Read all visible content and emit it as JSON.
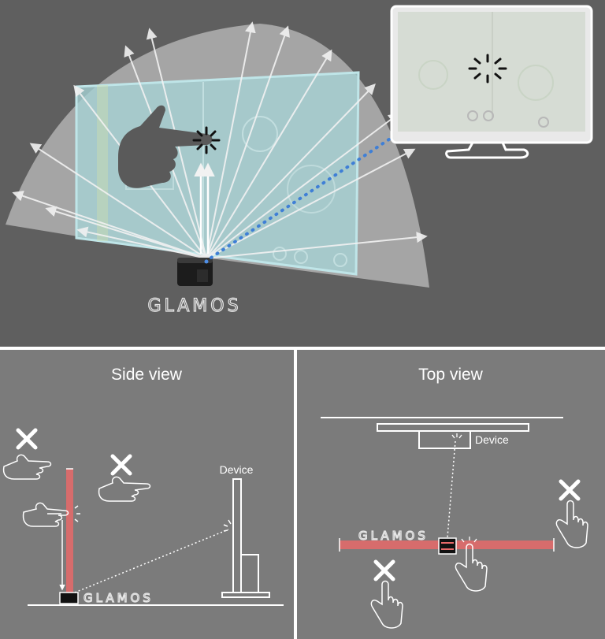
{
  "hero": {
    "brand": "GLAMOS"
  },
  "side_panel": {
    "title": "Side view",
    "device_label": "Device",
    "brand": "GLAMOS"
  },
  "top_panel": {
    "title": "Top view",
    "device_label": "Device",
    "brand": "GLAMOS"
  },
  "colors": {
    "background_dark": "#5f5f5f",
    "panel": "#7b7b7b",
    "arc": "#a9a9a9",
    "screen": "#a7d3d6",
    "sensor_beam": "#e86a6a",
    "wireless_link": "#3f7fd6",
    "divider": "#ffffff"
  }
}
